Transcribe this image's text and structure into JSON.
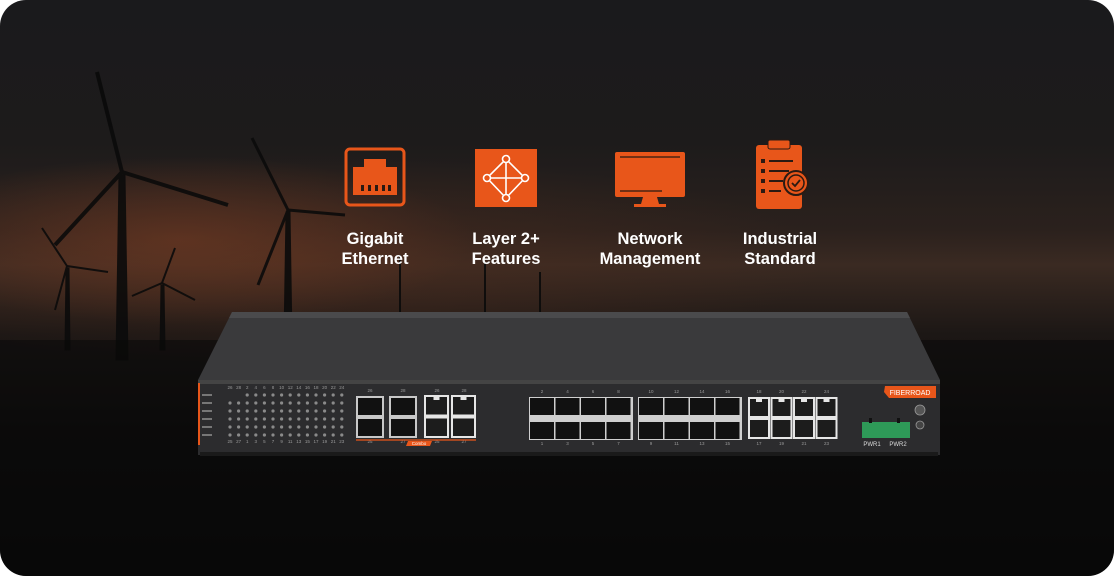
{
  "features": [
    {
      "icon": "ethernet-port-icon",
      "line1": "Gigabit",
      "line2": "Ethernet"
    },
    {
      "icon": "network-topology-icon",
      "line1": "Layer 2+",
      "line2": "Features"
    },
    {
      "icon": "monitor-icon",
      "line1": "Network",
      "line2": "Management"
    },
    {
      "icon": "clipboard-check-icon",
      "line1": "Industrial",
      "line2": "Standard"
    }
  ],
  "device": {
    "brand_logo": "FIBERROAD",
    "combo_label": "Combo",
    "power_labels": [
      "PWR1",
      "PWR2"
    ],
    "led_top_numbers": [
      "26",
      "28",
      "2",
      "4",
      "6",
      "8",
      "10",
      "12",
      "14",
      "16",
      "18",
      "20",
      "22",
      "24"
    ],
    "led_bottom_numbers": [
      "25",
      "27",
      "1",
      "3",
      "5",
      "7",
      "9",
      "11",
      "13",
      "15",
      "17",
      "19",
      "21",
      "23"
    ],
    "combo_sfp_top": [
      "26",
      "28"
    ],
    "combo_sfp_bottom": [
      "25",
      "27"
    ],
    "combo_rj45_top": [
      "26",
      "28"
    ],
    "combo_rj45_bottom": [
      "25",
      "27"
    ],
    "sfp_group1_top": [
      "2",
      "4",
      "6",
      "8"
    ],
    "sfp_group1_bottom": [
      "1",
      "3",
      "5",
      "7"
    ],
    "sfp_group2_top": [
      "10",
      "12",
      "14",
      "16"
    ],
    "sfp_group2_bottom": [
      "9",
      "11",
      "13",
      "15"
    ],
    "rj45_top": [
      "18",
      "20",
      "22",
      "24"
    ],
    "rj45_bottom": [
      "17",
      "19",
      "21",
      "23"
    ]
  },
  "colors": {
    "accent": "#e8561a",
    "background": "#141313",
    "terminal": "#2e9a58"
  }
}
